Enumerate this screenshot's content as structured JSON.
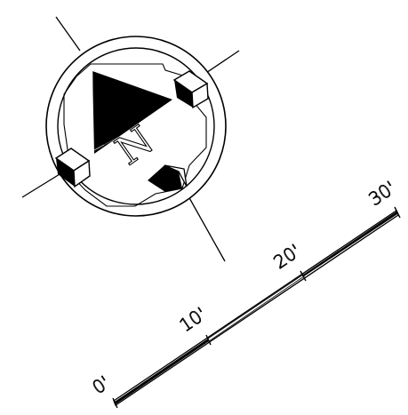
{
  "north_arrow": {
    "letter": "N"
  },
  "scale_bar": {
    "labels": [
      "0'",
      "10'",
      "20'",
      "30'"
    ]
  },
  "colors": {
    "ink": "#000000",
    "paper": "#ffffff"
  }
}
